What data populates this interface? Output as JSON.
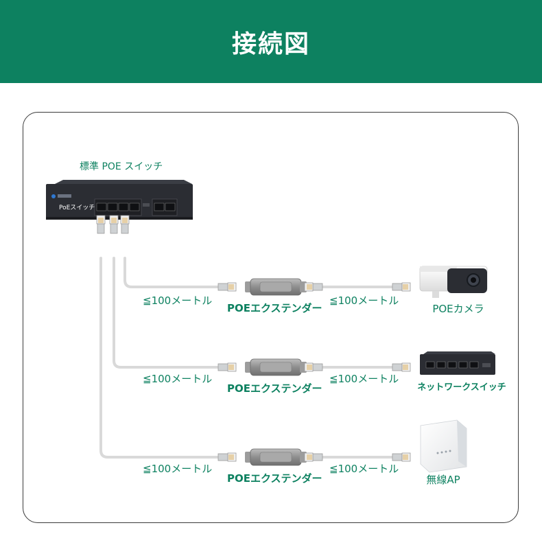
{
  "header": {
    "title": "接続図"
  },
  "switch": {
    "label": "標準 POE スイッチ",
    "face_label": "PoEスイッチ"
  },
  "rows": [
    {
      "left_distance": "≦100メートル",
      "extender": "POEエクステンダー",
      "right_distance": "≦100メートル",
      "device": "POEカメラ",
      "device_icon": "camera-icon"
    },
    {
      "left_distance": "≦100メートル",
      "extender": "POEエクステンダー",
      "right_distance": "≦100メートル",
      "device": "ネットワークスイッチ",
      "device_icon": "network-switch-icon"
    },
    {
      "left_distance": "≦100メートル",
      "extender": "POEエクステンダー",
      "right_distance": "≦100メートル",
      "device": "無線AP",
      "device_icon": "wireless-ap-icon"
    }
  ],
  "colors": {
    "brand_green": "#0d8160",
    "cable": "#d7d7d7",
    "device_dark": "#2b2d33"
  }
}
